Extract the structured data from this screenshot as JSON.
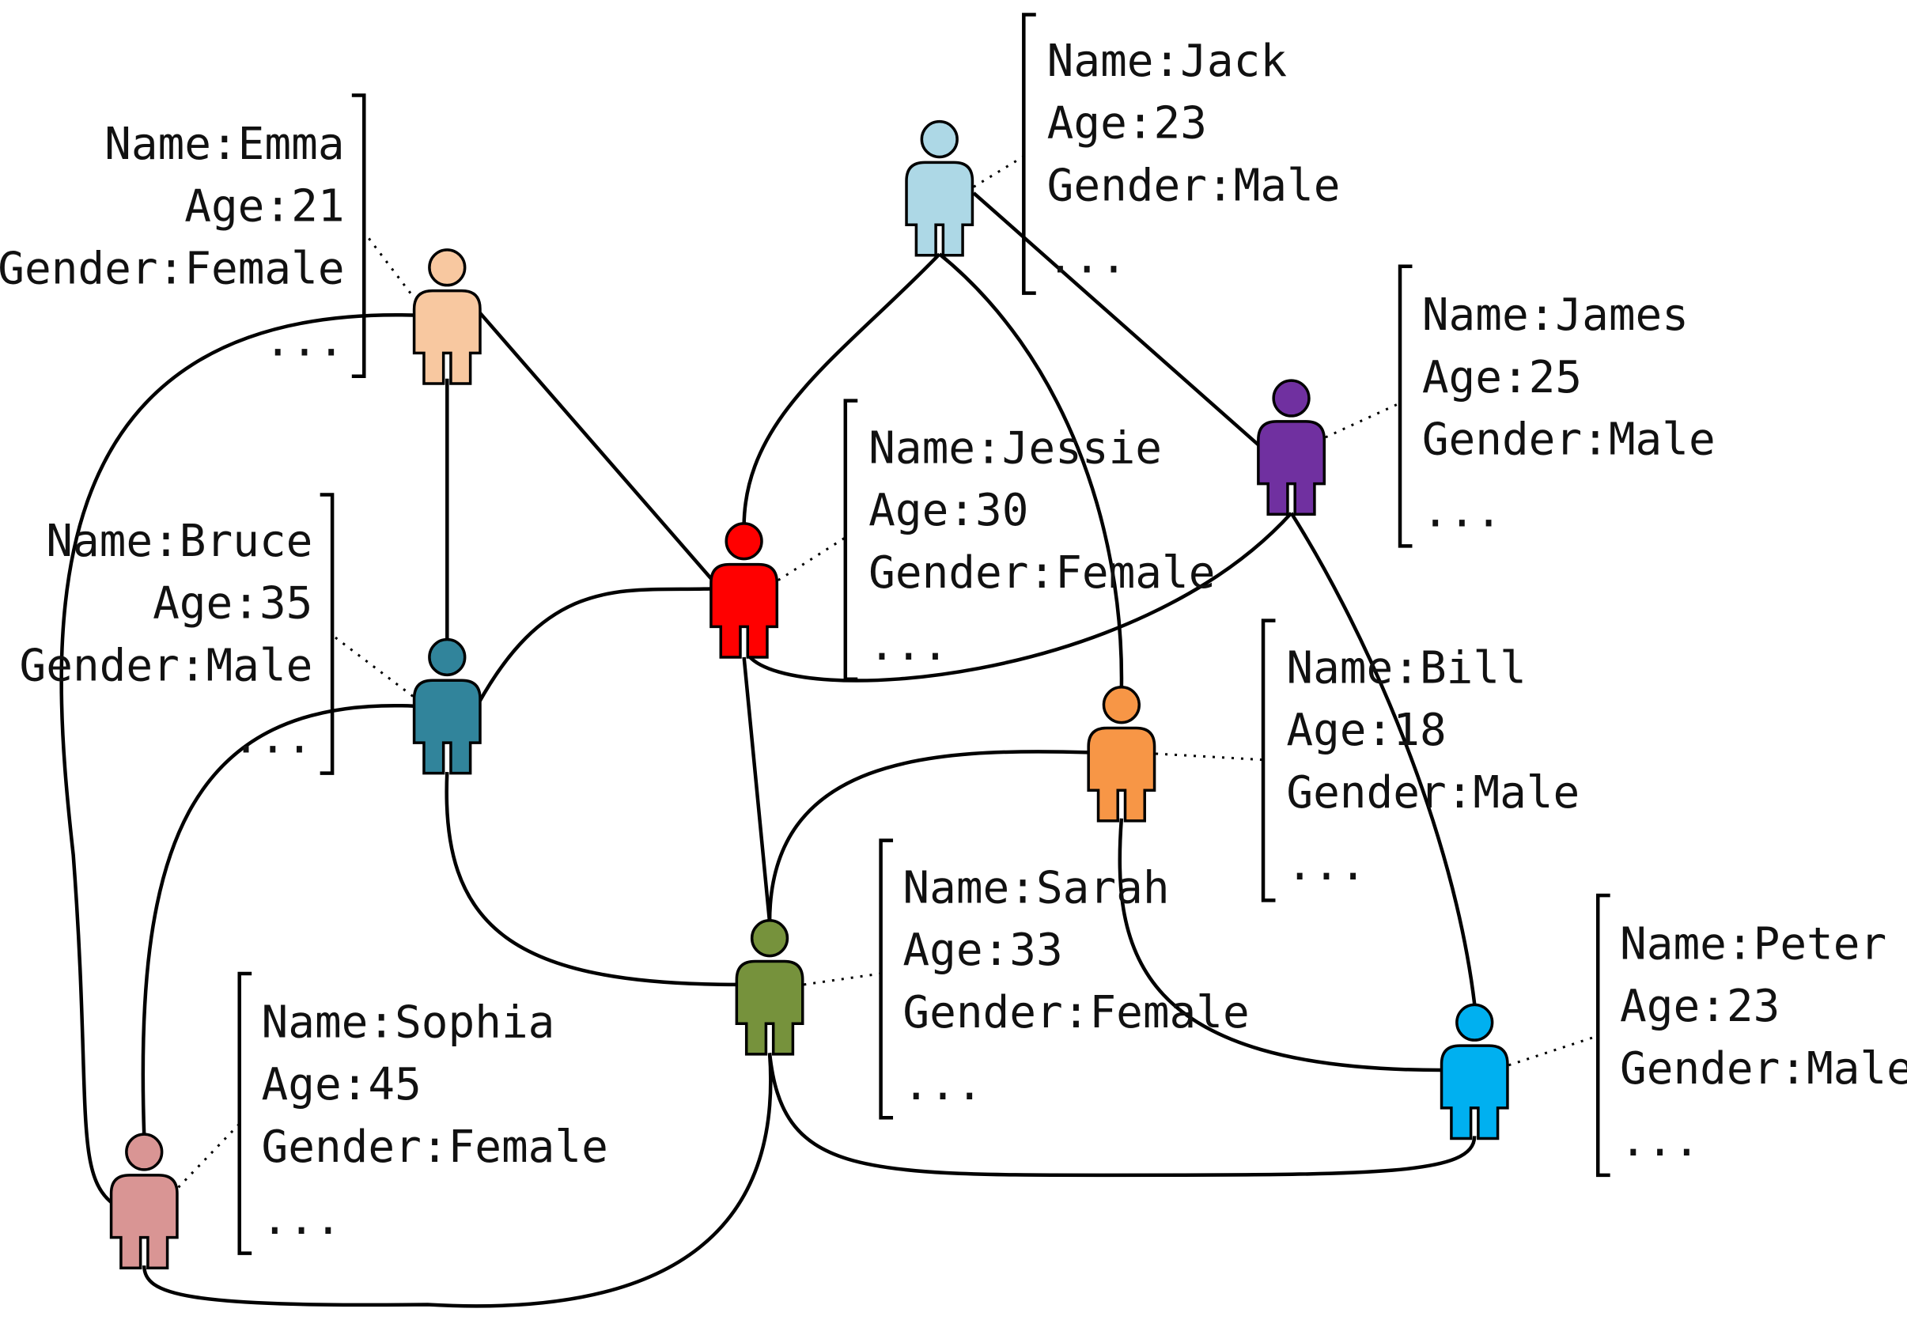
{
  "people": [
    {
      "id": "jack",
      "color": "#add8e6",
      "lines": [
        "Name:Jack",
        "Age:23",
        "Gender:Male",
        "..."
      ]
    },
    {
      "id": "emma",
      "color": "#f8c8a0",
      "lines": [
        "Name:Emma",
        "Age:21",
        "Gender:Female",
        "..."
      ]
    },
    {
      "id": "james",
      "color": "#7030a0",
      "lines": [
        "Name:James",
        "Age:25",
        "Gender:Male",
        "..."
      ]
    },
    {
      "id": "jessie",
      "color": "#ff0000",
      "lines": [
        "Name:Jessie",
        "Age:30",
        "Gender:Female",
        "..."
      ]
    },
    {
      "id": "bruce",
      "color": "#31849b",
      "lines": [
        "Name:Bruce",
        "Age:35",
        "Gender:Male",
        "..."
      ]
    },
    {
      "id": "bill",
      "color": "#f79646",
      "lines": [
        "Name:Bill",
        "Age:18",
        "Gender:Male",
        "..."
      ]
    },
    {
      "id": "sarah",
      "color": "#76923c",
      "lines": [
        "Name:Sarah",
        "Age:33",
        "Gender:Female",
        "..."
      ]
    },
    {
      "id": "peter",
      "color": "#00b0f0",
      "lines": [
        "Name:Peter",
        "Age:23",
        "Gender:Male",
        "..."
      ]
    },
    {
      "id": "sophia",
      "color": "#d99594",
      "lines": [
        "Name:Sophia",
        "Age:45",
        "Gender:Female",
        "..."
      ]
    }
  ],
  "edges": [
    [
      "emma",
      "bruce"
    ],
    [
      "emma",
      "jessie"
    ],
    [
      "emma",
      "sophia"
    ],
    [
      "jack",
      "jessie"
    ],
    [
      "jack",
      "james"
    ],
    [
      "jack",
      "bill"
    ],
    [
      "jessie",
      "bruce"
    ],
    [
      "jessie",
      "sarah"
    ],
    [
      "jessie",
      "james"
    ],
    [
      "james",
      "peter"
    ],
    [
      "bruce",
      "sarah"
    ],
    [
      "bruce",
      "sophia"
    ],
    [
      "bill",
      "sarah"
    ],
    [
      "bill",
      "peter"
    ],
    [
      "sarah",
      "peter"
    ],
    [
      "sarah",
      "sophia"
    ]
  ],
  "icon_semantics": "person-icon"
}
